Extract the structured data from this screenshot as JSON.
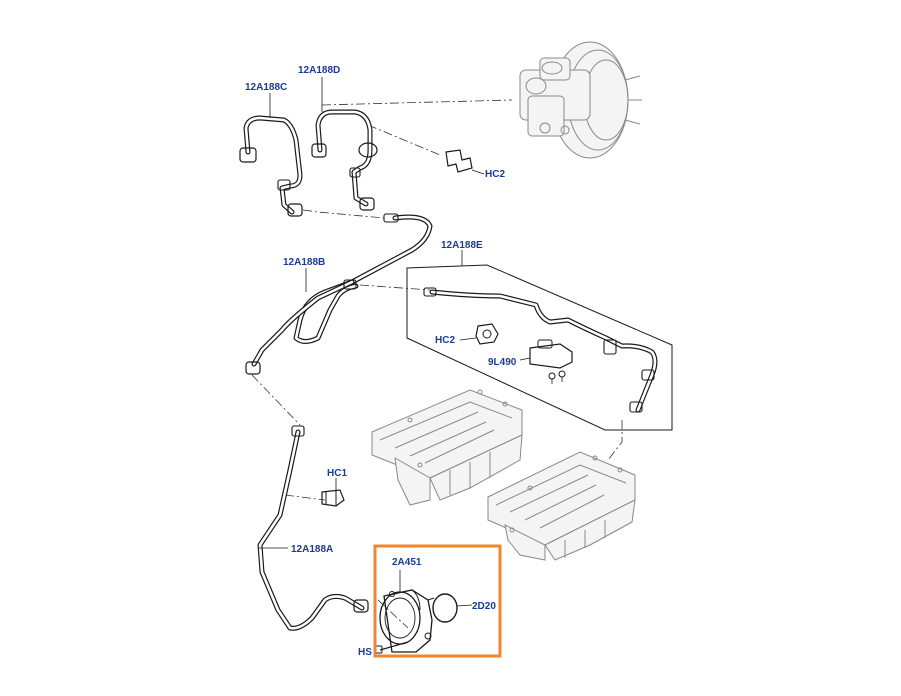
{
  "labels": {
    "hose_c": "12A188C",
    "hose_d": "12A188D",
    "clip_hc2_top": "HC2",
    "hose_e": "12A188E",
    "hose_b": "12A188B",
    "clip_hc2_mid": "HC2",
    "valve_9l490": "9L490",
    "clip_hc1": "HC1",
    "hose_a": "12A188A",
    "pump_2a451": "2A451",
    "seal_2d20": "2D20",
    "hs": "HS"
  },
  "colors": {
    "label": "#1c3a9c",
    "highlight": "#f0862d",
    "line": "#1a1a1a",
    "ghost": "#8a8a8a"
  },
  "highlight": {
    "part": "2A451"
  }
}
